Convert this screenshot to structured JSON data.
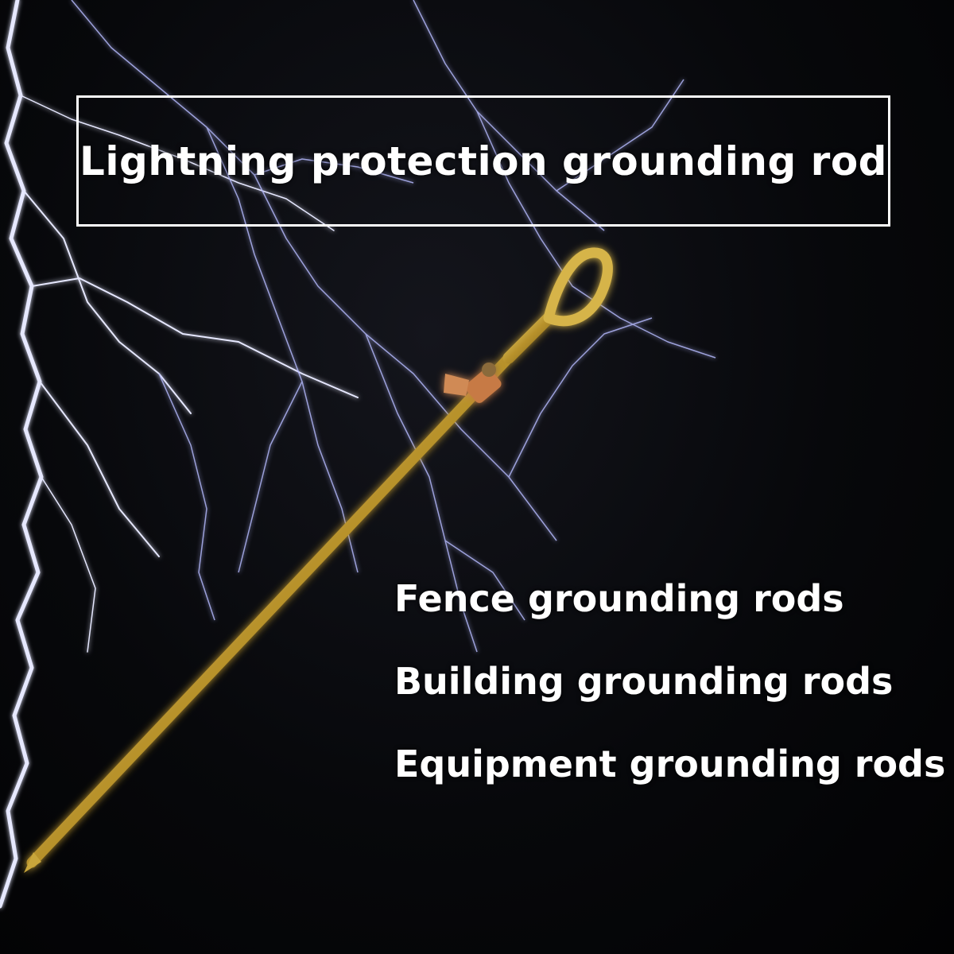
{
  "title": "Lightning protection grounding rod",
  "uses": [
    "Fence grounding rods",
    "Building grounding rods",
    "Equipment grounding rods"
  ],
  "colors": {
    "background": "#050608",
    "lightning": "#d8dcff",
    "lightning_glow": "#6f74ff",
    "rod": "#c9a63a",
    "clamp": "#c77a45",
    "text": "#ffffff"
  },
  "icons": [
    "lightning-bolt",
    "grounding-rod",
    "wing-nut-clamp"
  ]
}
